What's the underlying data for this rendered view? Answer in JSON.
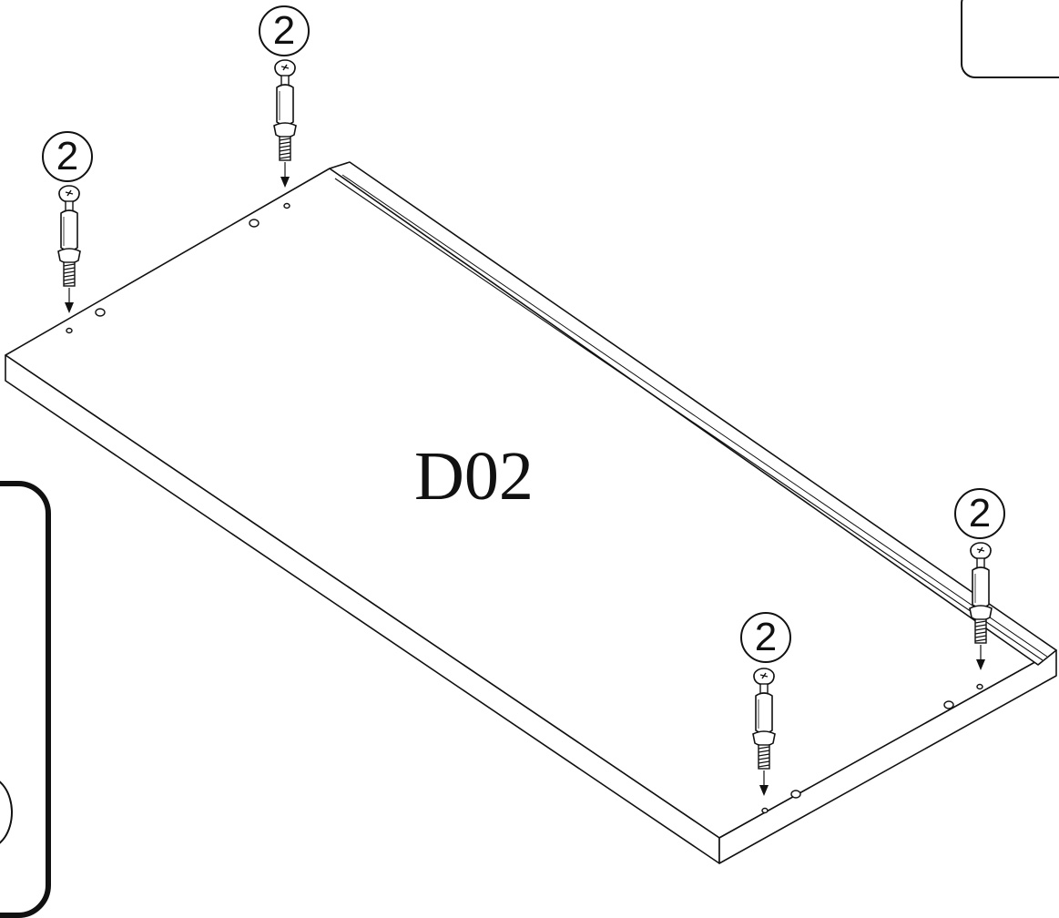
{
  "panel": {
    "label": "D02"
  },
  "callouts": [
    {
      "id": "top-left",
      "quantity": "2"
    },
    {
      "id": "top-center",
      "quantity": "2"
    },
    {
      "id": "bottom-center",
      "quantity": "2"
    },
    {
      "id": "right",
      "quantity": "2"
    }
  ],
  "icons": [
    "cam-bolt-icon",
    "screw-detail-icon",
    "arrow-down-icon",
    "pre-drilled-hole-icon"
  ]
}
